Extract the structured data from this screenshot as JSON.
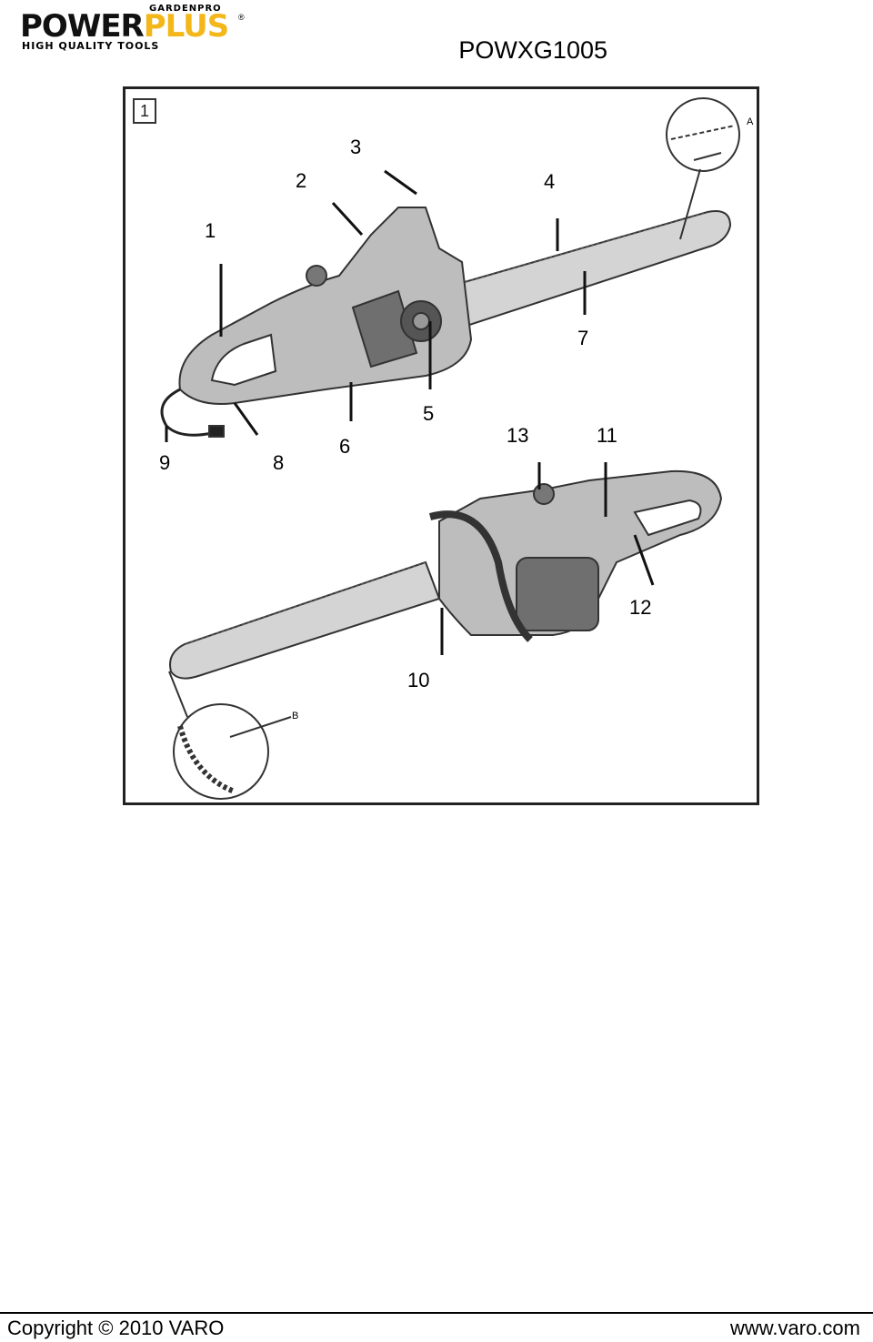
{
  "brand": {
    "sub": "GARDENPRO",
    "name_part1": "POWER",
    "name_part2": "PLUS",
    "registered": "®",
    "tagline": "HIGH QUALITY TOOLS",
    "accent_color": "#f3b71a"
  },
  "model": "POWXG1005",
  "figure": {
    "number": "1",
    "detail_labels": [
      "A",
      "B"
    ],
    "callouts": [
      "1",
      "2",
      "3",
      "4",
      "5",
      "6",
      "7",
      "8",
      "9",
      "10",
      "11",
      "12",
      "13"
    ]
  },
  "footer": {
    "copyright": "Copyright © 2010 VARO",
    "website": "www.varo.com"
  }
}
